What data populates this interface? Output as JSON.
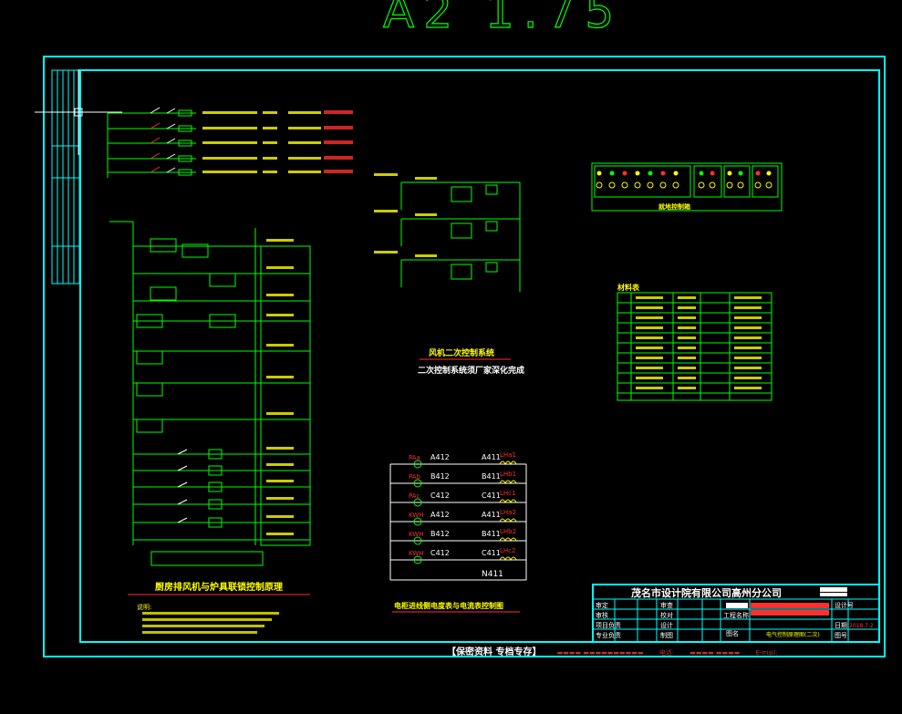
{
  "page_title": "A2 1.75",
  "kitchen_title": "厨房排风机与炉具联锁控制原理",
  "fan_title": "风机二次控制系统",
  "fan_subtitle": "二次控制系统须厂家深化完成",
  "meter_title": "电柜进线侧电度表与电流表控制图",
  "panel_title": "就地控制箱",
  "materials_title": "材料表",
  "notes_title": "说明:",
  "meter": {
    "left_labels": [
      "PAa",
      "PAb",
      "PAc",
      "KWH",
      "KWH",
      "KWH"
    ],
    "left_wires": [
      "A412",
      "B412",
      "C412",
      "A412",
      "B412",
      "C412"
    ],
    "right_wires": [
      "A411",
      "B411",
      "C411",
      "A411",
      "B411",
      "C411"
    ],
    "ct_labels": [
      "LHa1",
      "LHb1",
      "LHc1",
      "LHa2",
      "LHb2",
      "LHc2"
    ],
    "neutral": "N411"
  },
  "title_block": {
    "company": "茂名市设计院有限公司高州分公司",
    "row_labels": [
      "审定",
      "审核",
      "项目负责",
      "专业负责"
    ],
    "col_labels": [
      "审查",
      "校对",
      "设计",
      "制图"
    ],
    "field_labels": [
      "设计号",
      "日期",
      "图号"
    ],
    "date_value": "2018.7.2",
    "project_label": "工程名称",
    "drawing_label": "图名",
    "drawing_name": "电气控制原理图(二次)"
  },
  "footer": {
    "confidential": "【保密资料 专档专存】",
    "phone_label": "电话:",
    "email_label": "E-mail:"
  },
  "colors": {
    "border": "#00ffff",
    "wire": "#00ff00",
    "annotation": "#ffff00",
    "contact": "#ff3030"
  }
}
